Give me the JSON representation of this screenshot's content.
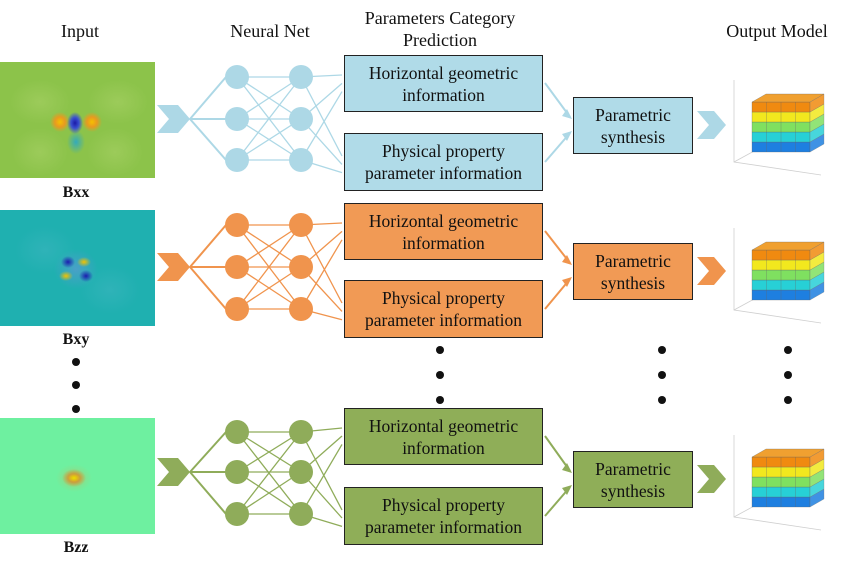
{
  "headers": {
    "input": "Input",
    "neural_net": "Neural Net",
    "params_line1": "Parameters Category",
    "params_line2": "Prediction",
    "output": "Output Model"
  },
  "rows": [
    {
      "label": "Bxx",
      "color": "#add8e6",
      "box_color": "#b0dbe8",
      "geo_line1": "Horizontal geometric",
      "geo_line2": "information",
      "phys_line1": "Physical property",
      "phys_line2": "parameter information",
      "synth_line1": "Parametric",
      "synth_line2": "synthesis"
    },
    {
      "label": "Bxy",
      "color": "#f0944d",
      "box_color": "#f19a55",
      "geo_line1": "Horizontal geometric",
      "geo_line2": "information",
      "phys_line1": "Physical property",
      "phys_line2": "parameter information",
      "synth_line1": "Parametric",
      "synth_line2": "synthesis"
    },
    {
      "label": "Bzz",
      "color": "#8fac5a",
      "box_color": "#8fae58",
      "geo_line1": "Horizontal geometric",
      "geo_line2": "information",
      "phys_line1": "Physical property",
      "phys_line2": "parameter information",
      "synth_line1": "Parametric",
      "synth_line2": "synthesis"
    }
  ]
}
